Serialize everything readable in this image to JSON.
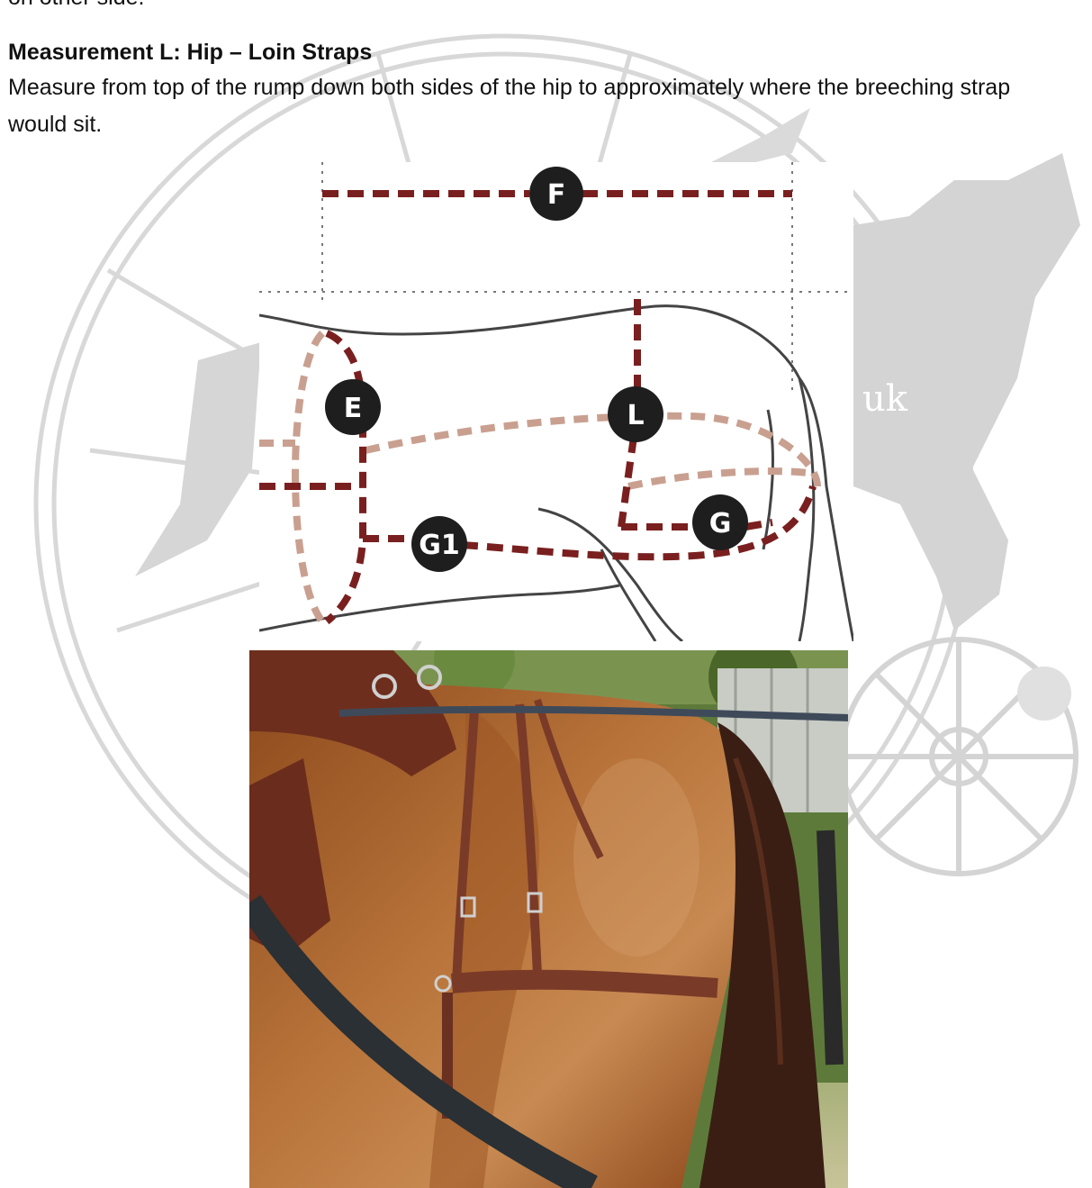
{
  "page": {
    "previous_line": "on other side.",
    "heading": "Measurement L: Hip – Loin Straps",
    "body": "Measure from top of the rump down both sides of the hip to approximately where the breeching strap would sit."
  },
  "diagram": {
    "markers": [
      "F",
      "E",
      "L",
      "G1",
      "G"
    ]
  },
  "watermark": {
    "fragment": "uk"
  },
  "colors": {
    "strap_dark": "#7a1f1f",
    "strap_light": "#c9a090",
    "horse_coat": "#a5612a",
    "leather": "#7a3a28"
  }
}
